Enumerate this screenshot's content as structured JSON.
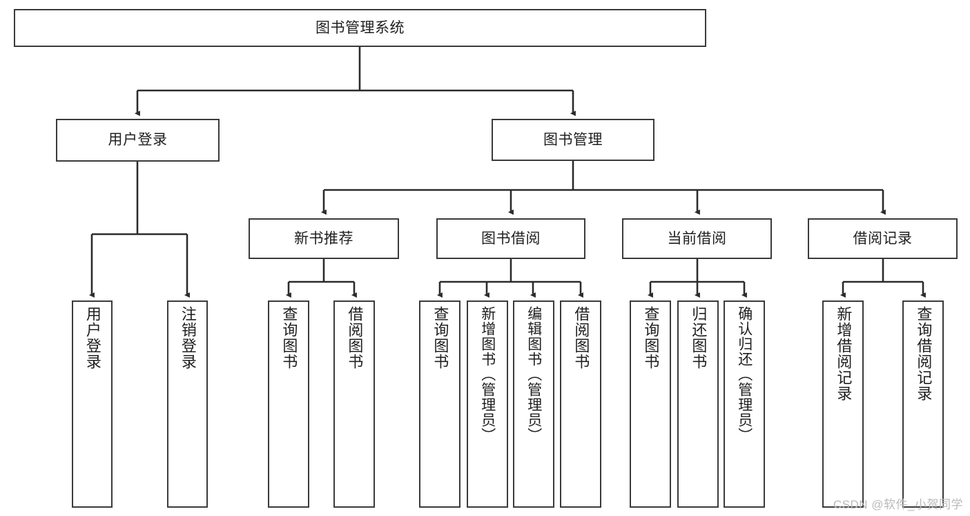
{
  "diagram": {
    "title": "图书管理系统",
    "type": "tree-hierarchy-chart",
    "orientation": "top-down",
    "colors": {
      "box_border": "#3a3a3a",
      "box_fill": "#ffffff",
      "connector": "#2b2b2b",
      "text": "#1f1f1f",
      "watermark": "#b9b9b9",
      "background": "#ffffff"
    }
  },
  "root": {
    "label": "图书管理系统"
  },
  "level2": [
    {
      "label": "用户登录"
    },
    {
      "label": "图书管理"
    }
  ],
  "level3": [
    {
      "label": "新书推荐"
    },
    {
      "label": "图书借阅"
    },
    {
      "label": "当前借阅"
    },
    {
      "label": "借阅记录"
    }
  ],
  "leaves": {
    "user_login": [
      {
        "label": "用户登录"
      },
      {
        "label": "注销登录"
      }
    ],
    "new_book_recommend": [
      {
        "label": "查询图书"
      },
      {
        "label": "借阅图书"
      }
    ],
    "book_borrow": [
      {
        "label": "查询图书"
      },
      {
        "label": "新增图书（管理员）"
      },
      {
        "label": "编辑图书（管理员）"
      },
      {
        "label": "借阅图书"
      }
    ],
    "current_borrow": [
      {
        "label": "查询图书"
      },
      {
        "label": "归还图书"
      },
      {
        "label": "确认归还（管理员）"
      }
    ],
    "borrow_record": [
      {
        "label": "新增借阅记录"
      },
      {
        "label": "查询借阅记录"
      }
    ]
  },
  "watermark": {
    "text": "CSDN @软件_小贺同学"
  }
}
